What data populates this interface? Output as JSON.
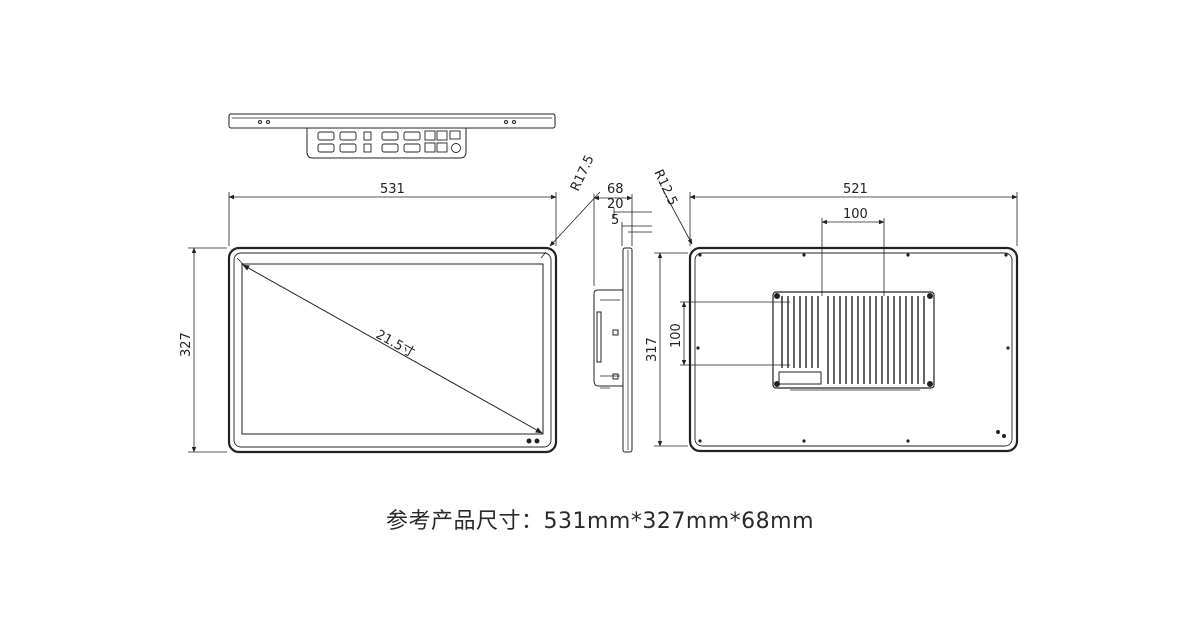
{
  "dimensions": {
    "front_width": "531",
    "front_height": "327",
    "front_corner_radius": "R17.5",
    "diagonal": "21.5寸",
    "side_depth": "68",
    "side_bezel": "20",
    "side_step": "5",
    "back_corner_radius": "R12.5",
    "back_width": "521",
    "back_height": "317",
    "vesa_horizontal": "100",
    "vesa_vertical": "100"
  },
  "caption": "参考产品尺寸：531mm*327mm*68mm"
}
